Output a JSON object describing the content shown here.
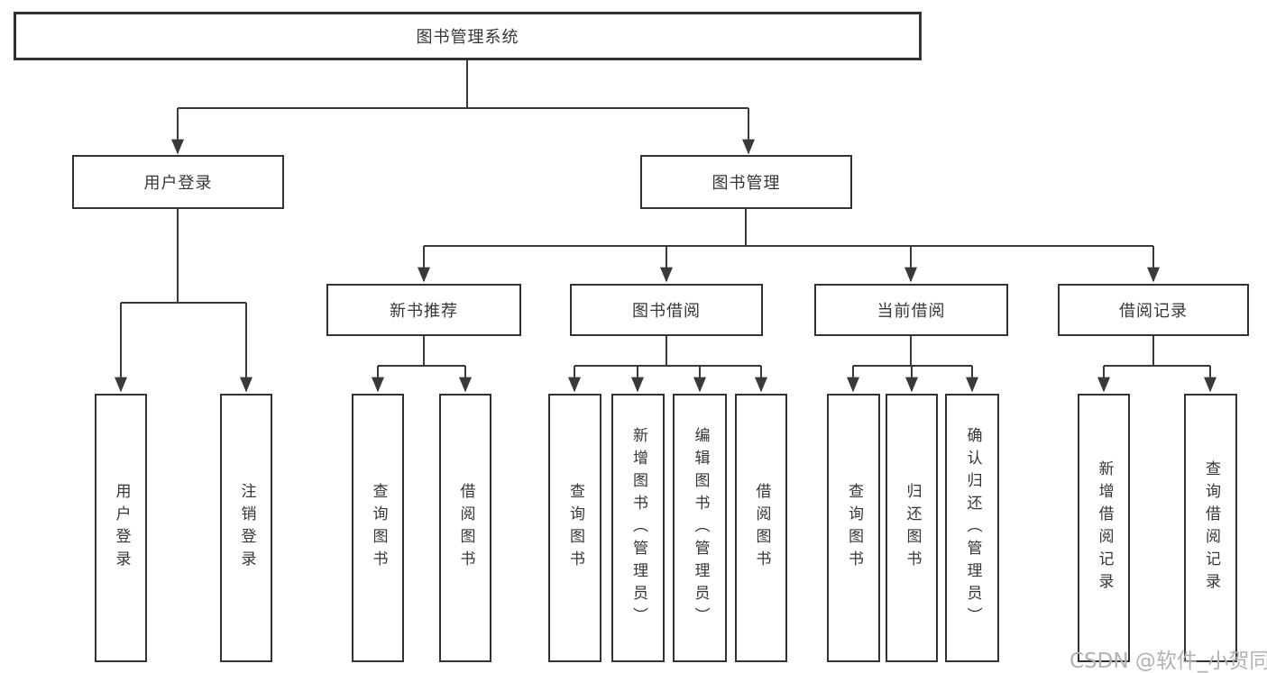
{
  "diagram": {
    "type": "org-tree",
    "tree": {
      "label": "图书管理系统",
      "children": [
        {
          "label": "用户登录",
          "children": [
            {
              "label": "用户登录"
            },
            {
              "label": "注销登录"
            }
          ]
        },
        {
          "label": "图书管理",
          "children": [
            {
              "label": "新书推荐",
              "children": [
                {
                  "label": "查询图书"
                },
                {
                  "label": "借阅图书"
                }
              ]
            },
            {
              "label": "图书借阅",
              "children": [
                {
                  "label": "查询图书"
                },
                {
                  "label": "新增图书（管理员）"
                },
                {
                  "label": "编辑图书（管理员）"
                },
                {
                  "label": "借阅图书"
                }
              ]
            },
            {
              "label": "当前借阅",
              "children": [
                {
                  "label": "查询图书"
                },
                {
                  "label": "归还图书"
                },
                {
                  "label": "确认归还（管理员）"
                }
              ]
            },
            {
              "label": "借阅记录",
              "children": [
                {
                  "label": "新增借阅记录"
                },
                {
                  "label": "查询借阅记录"
                }
              ]
            }
          ]
        }
      ]
    }
  },
  "watermark": {
    "text": "CSDN @软件_小贺同学"
  },
  "colors": {
    "background": "#ffffff",
    "line": "#3a3a3a",
    "box_border": "#333333",
    "text": "#363636",
    "watermark": "#b2b2b2"
  }
}
